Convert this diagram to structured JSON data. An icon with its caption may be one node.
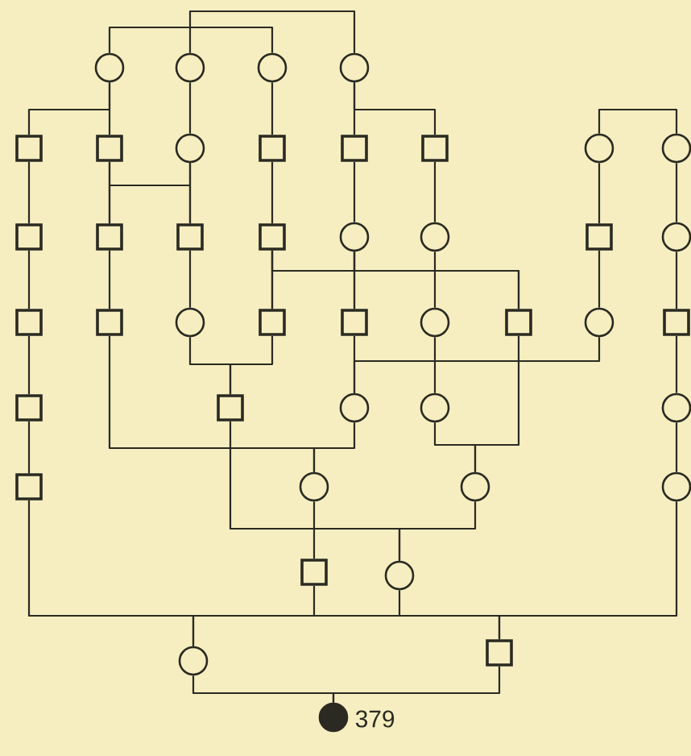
{
  "diagram": {
    "nodes": [
      {
        "text": [],
        "shape": "circle"
      },
      {
        "text": [],
        "shape": "circle"
      },
      {
        "text": [],
        "shape": "circle"
      },
      {
        "text": [],
        "shape": "circle"
      },
      {
        "text": [],
        "shape": "box"
      },
      {
        "text": [],
        "shape": "box"
      },
      {
        "text": [],
        "shape": "circle"
      },
      {
        "text": [],
        "shape": "box"
      },
      {
        "text": [],
        "shape": "box"
      },
      {
        "text": [],
        "shape": "box"
      },
      {
        "text": [],
        "shape": "circle"
      },
      {
        "text": [],
        "shape": "circle"
      },
      {
        "text": [],
        "shape": "box"
      },
      {
        "text": [],
        "shape": "box"
      },
      {
        "text": [],
        "shape": "box"
      },
      {
        "text": [],
        "shape": "box"
      },
      {
        "text": [],
        "shape": "circle"
      },
      {
        "text": [],
        "shape": "circle"
      },
      {
        "text": [],
        "shape": "box"
      },
      {
        "text": [],
        "shape": "circle"
      },
      {
        "text": [],
        "shape": "box"
      },
      {
        "text": [],
        "shape": "box"
      },
      {
        "text": [],
        "shape": "circle"
      },
      {
        "text": [],
        "shape": "box"
      },
      {
        "text": [],
        "shape": "box"
      },
      {
        "text": [],
        "shape": "circle"
      },
      {
        "text": [],
        "shape": "box"
      },
      {
        "text": [],
        "shape": "circle"
      },
      {
        "text": [],
        "shape": "box"
      },
      {
        "text": [],
        "shape": "box"
      },
      {
        "text": [],
        "shape": "box"
      },
      {
        "text": [],
        "shape": "circle"
      },
      {
        "text": [],
        "shape": "circle"
      },
      {
        "text": [],
        "shape": "circle"
      },
      {
        "text": [],
        "shape": "box"
      },
      {
        "text": [],
        "shape": "circle"
      },
      {
        "text": [],
        "shape": "circle"
      },
      {
        "text": [],
        "shape": "circle"
      },
      {
        "text": [],
        "shape": "box"
      },
      {
        "text": [],
        "shape": "circle"
      },
      {
        "text": [],
        "shape": "circle"
      },
      {
        "text": [],
        "shape": "box"
      },
      {
        "text": [],
        "shape": "circle",
        "beside": [
          "379"
        ]
      }
    ],
    "edges": [
      {
        "from": 0,
        "to": 2,
        "arrow": "none"
      },
      {
        "from": 1,
        "to": 3,
        "arrow": "none"
      },
      {
        "from": 0,
        "to": 4,
        "arrow": "none"
      },
      {
        "from": 0,
        "to": 5,
        "arrow": "none"
      },
      {
        "from": 1,
        "to": 6,
        "arrow": "none"
      },
      {
        "from": 2,
        "to": 7,
        "arrow": "none"
      },
      {
        "from": 3,
        "to": 8,
        "arrow": "none"
      },
      {
        "from": 3,
        "to": 9,
        "arrow": "none"
      },
      {
        "from": 10,
        "to": 11,
        "arrow": "none"
      },
      {
        "from": 4,
        "to": 12,
        "arrow": "none"
      },
      {
        "from": 5,
        "to": 13,
        "arrow": "none"
      },
      {
        "from": 5,
        "to": 14,
        "arrow": "none"
      },
      {
        "from": 6,
        "to": 13,
        "arrow": "none"
      },
      {
        "from": 6,
        "to": 14,
        "arrow": "none"
      },
      {
        "from": 7,
        "to": 15,
        "arrow": "none"
      },
      {
        "from": 8,
        "to": 16,
        "arrow": "none"
      },
      {
        "from": 9,
        "to": 17,
        "arrow": "none"
      },
      {
        "from": 10,
        "to": 18,
        "arrow": "none"
      },
      {
        "from": 11,
        "to": 19,
        "arrow": "none"
      },
      {
        "from": 12,
        "to": 20,
        "arrow": "none"
      },
      {
        "from": 13,
        "to": 21,
        "arrow": "none"
      },
      {
        "from": 14,
        "to": 22,
        "arrow": "none"
      },
      {
        "from": 15,
        "to": 23,
        "arrow": "none"
      },
      {
        "from": 15,
        "to": 24,
        "arrow": "none"
      },
      {
        "from": 15,
        "to": 26,
        "arrow": "none"
      },
      {
        "from": 16,
        "to": 23,
        "arrow": "none"
      },
      {
        "from": 16,
        "to": 24,
        "arrow": "none"
      },
      {
        "from": 16,
        "to": 26,
        "arrow": "none"
      },
      {
        "from": 17,
        "to": 25,
        "arrow": "none"
      },
      {
        "from": 18,
        "to": 27,
        "arrow": "none"
      },
      {
        "from": 19,
        "to": 28,
        "arrow": "none"
      },
      {
        "from": 20,
        "to": 29,
        "arrow": "none"
      },
      {
        "from": 21,
        "to": 35,
        "arrow": "none"
      },
      {
        "from": 31,
        "to": 35,
        "arrow": "none"
      },
      {
        "from": 22,
        "to": 30,
        "arrow": "none"
      },
      {
        "from": 23,
        "to": 30,
        "arrow": "none"
      },
      {
        "from": 24,
        "to": 31,
        "arrow": "none"
      },
      {
        "from": 27,
        "to": 31,
        "arrow": "none"
      },
      {
        "from": 25,
        "to": 32,
        "arrow": "none"
      },
      {
        "from": 26,
        "to": 36,
        "arrow": "none"
      },
      {
        "from": 32,
        "to": 36,
        "arrow": "none"
      },
      {
        "from": 28,
        "to": 33,
        "arrow": "none"
      },
      {
        "from": 29,
        "to": 34,
        "arrow": "none"
      },
      {
        "from": 33,
        "to": 37,
        "arrow": "none"
      },
      {
        "from": 30,
        "to": 39,
        "arrow": "none"
      },
      {
        "from": 36,
        "to": 39,
        "arrow": "none"
      },
      {
        "from": 35,
        "to": 38,
        "arrow": "none"
      },
      {
        "from": 34,
        "to": 40,
        "arrow": "none"
      },
      {
        "from": 39,
        "to": 40,
        "arrow": "none"
      },
      {
        "from": 38,
        "to": 41,
        "arrow": "none"
      },
      {
        "from": 37,
        "to": 41,
        "arrow": "none"
      },
      {
        "from": 40,
        "to": 42,
        "arrow": "none"
      },
      {
        "from": 41,
        "to": 42,
        "arrow": "none"
      }
    ]
  }
}
